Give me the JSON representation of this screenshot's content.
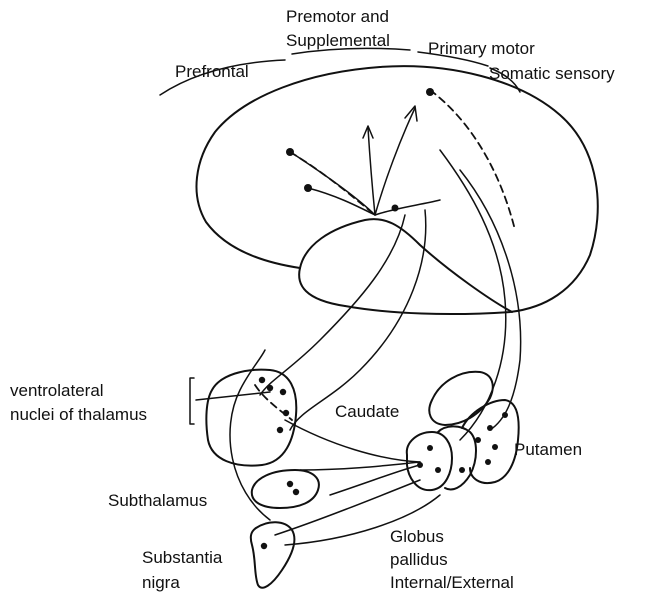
{
  "labels": {
    "premotor_line1": "Premotor and",
    "premotor_line2": "Supplemental",
    "primary_motor": "Primary motor",
    "prefrontal": "Prefrontal",
    "somatic_sensory": "Somatic sensory",
    "ventrolateral_line1": "ventrolateral",
    "ventrolateral_line2": "nuclei of thalamus",
    "caudate": "Caudate",
    "putamen": "Putamen",
    "subthalamus": "Subthalamus",
    "globus_line1": "Globus",
    "globus_line2": "pallidus",
    "globus_line3": "Internal/External",
    "substantia_line1": "Substantia",
    "substantia_line2": "nigra"
  },
  "colors": {
    "ink": "#111111",
    "background": "#ffffff"
  }
}
